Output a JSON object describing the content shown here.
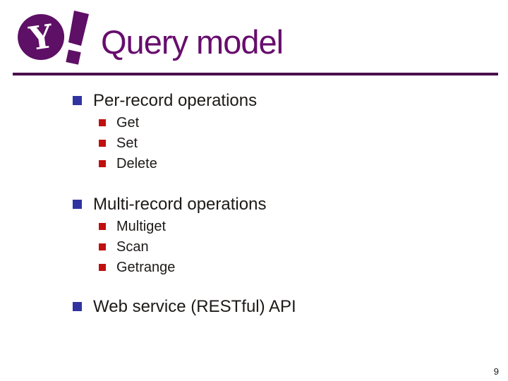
{
  "theme": {
    "background": "#ffffff",
    "title_color": "#670d6d",
    "logo_purple": "#5e0f66",
    "rule_color": "#4b0f4b",
    "level1_bullet_color": "#3134a0",
    "level2_bullet_color": "#c00f0f",
    "text_color": "#1d1a18",
    "page_number_color": "#1a1a1a"
  },
  "slide": {
    "title": "Query model",
    "logo": {
      "brand": "Yahoo!",
      "glyph": "Y",
      "exclamation": "!"
    },
    "sections": [
      {
        "label": "Per-record operations",
        "items": [
          "Get",
          "Set",
          "Delete"
        ]
      },
      {
        "label": "Multi-record operations",
        "items": [
          "Multiget",
          "Scan",
          "Getrange"
        ]
      },
      {
        "label": "Web service (RESTful) API",
        "items": []
      }
    ],
    "page_number": "9"
  }
}
